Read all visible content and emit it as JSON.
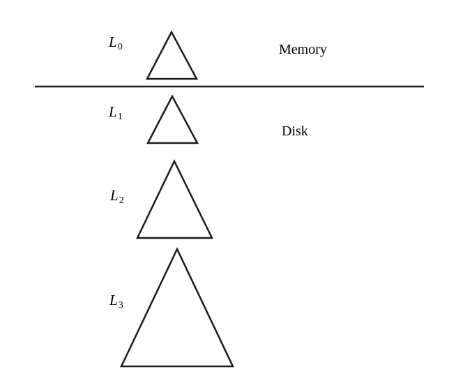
{
  "regions": {
    "memory": "Memory",
    "disk": "Disk"
  },
  "levels": [
    {
      "letter": "L",
      "index": "0"
    },
    {
      "letter": "L",
      "index": "1"
    },
    {
      "letter": "L",
      "index": "2"
    },
    {
      "letter": "L",
      "index": "3"
    }
  ],
  "colors": {
    "stroke": "#1a1a1a",
    "text": "#000000"
  }
}
